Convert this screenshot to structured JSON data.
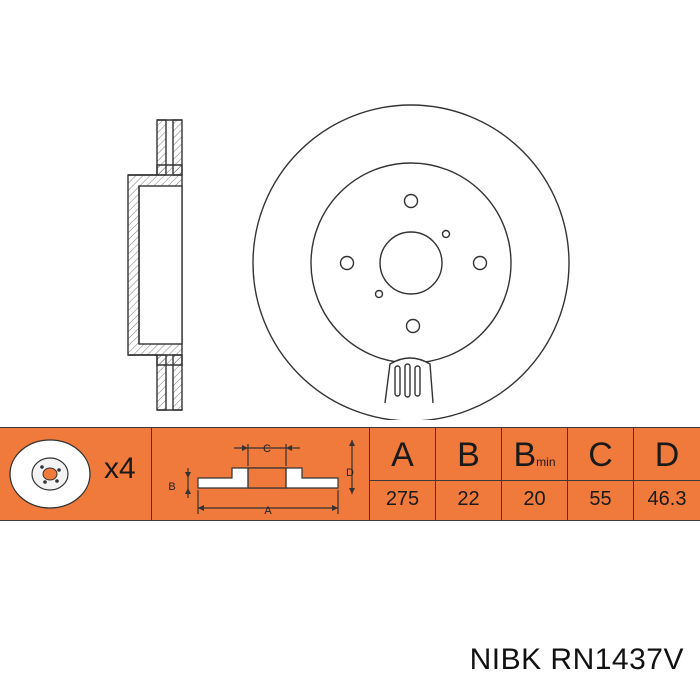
{
  "quantity": "x4",
  "columns": [
    {
      "head": "A",
      "sub": "",
      "value": "275"
    },
    {
      "head": "B",
      "sub": "",
      "value": "22"
    },
    {
      "head": "B",
      "sub": "min",
      "value": "20"
    },
    {
      "head": "C",
      "sub": "",
      "value": "55"
    },
    {
      "head": "D",
      "sub": "",
      "value": "46.3"
    }
  ],
  "dimension_labels": {
    "a": "A",
    "b": "B",
    "c": "C",
    "d": "D"
  },
  "caption": "NIBK RN1437V",
  "colors": {
    "bar": "#f07a3c",
    "line": "#3a3a3a"
  }
}
